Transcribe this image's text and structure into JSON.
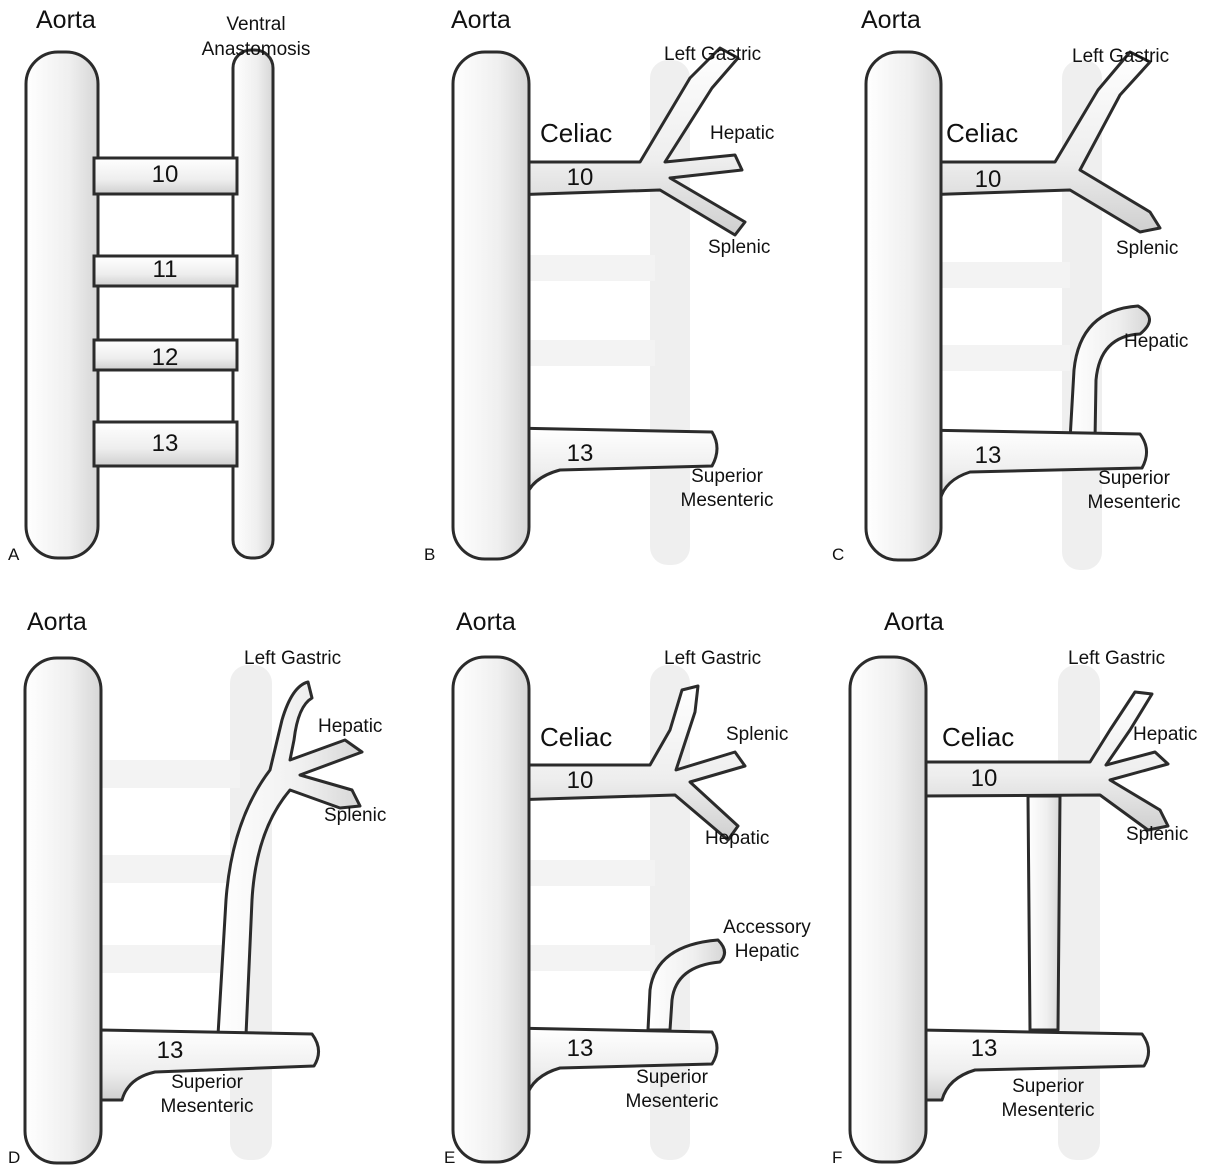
{
  "figure": {
    "panels": [
      {
        "id": "A",
        "letter": "A",
        "aorta": "Aorta",
        "anastomosis": [
          "Ventral",
          "Anastomosis"
        ],
        "segments": [
          "10",
          "11",
          "12",
          "13"
        ]
      },
      {
        "id": "B",
        "letter": "B",
        "aorta": "Aorta",
        "celiac": "Celiac",
        "segments": [
          "10",
          "13"
        ],
        "branches": {
          "left_gastric": "Left Gastric",
          "hepatic": "Hepatic",
          "splenic": "Splenic",
          "superior_mesenteric": [
            "Superior",
            "Mesenteric"
          ]
        }
      },
      {
        "id": "C",
        "letter": "C",
        "aorta": "Aorta",
        "celiac": "Celiac",
        "segments": [
          "10",
          "13"
        ],
        "branches": {
          "left_gastric": "Left Gastric",
          "splenic": "Splenic",
          "hepatic": "Hepatic",
          "superior_mesenteric": [
            "Superior",
            "Mesenteric"
          ]
        }
      },
      {
        "id": "D",
        "letter": "D",
        "aorta": "Aorta",
        "segments": [
          "13"
        ],
        "branches": {
          "left_gastric": "Left Gastric",
          "hepatic": "Hepatic",
          "splenic": "Splenic",
          "superior_mesenteric": [
            "Superior",
            "Mesenteric"
          ]
        }
      },
      {
        "id": "E",
        "letter": "E",
        "aorta": "Aorta",
        "celiac": "Celiac",
        "segments": [
          "10",
          "13"
        ],
        "branches": {
          "left_gastric": "Left Gastric",
          "splenic": "Splenic",
          "hepatic": "Hepatic",
          "accessory_hepatic": [
            "Accessory",
            "Hepatic"
          ],
          "superior_mesenteric": [
            "Superior",
            "Mesenteric"
          ]
        }
      },
      {
        "id": "F",
        "letter": "F",
        "aorta": "Aorta",
        "celiac": "Celiac",
        "segments": [
          "10",
          "13"
        ],
        "branches": {
          "left_gastric": "Left Gastric",
          "hepatic": "Hepatic",
          "splenic": "Splenic",
          "superior_mesenteric": [
            "Superior",
            "Mesenteric"
          ]
        }
      }
    ]
  },
  "colors": {
    "vessel_fill": "#f1f1f1",
    "vessel_edge": "#2b2b2b",
    "ghost": "#efefef",
    "text": "#111111"
  }
}
